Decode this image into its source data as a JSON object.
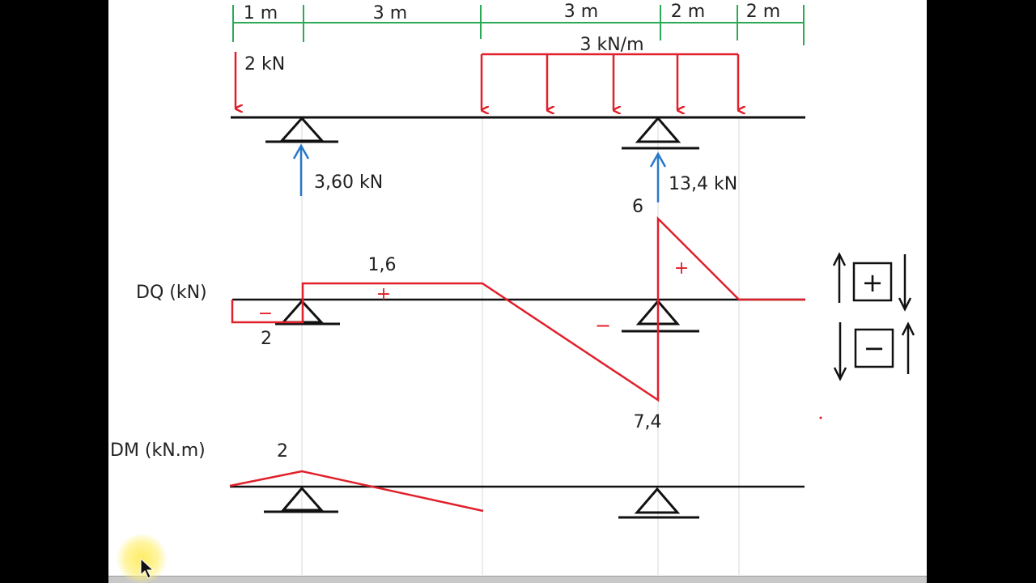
{
  "dimensions": {
    "spans": [
      "1 m",
      "3 m",
      "3 m",
      "2 m",
      "2 m"
    ],
    "color": "#2aaa55"
  },
  "loads": {
    "point_load": "2 kN",
    "distributed_load": "3 kN/m",
    "color": "#e0202a"
  },
  "reactions": {
    "left": "3,60 kN",
    "right": "13,4 kN",
    "color": "#2878c8"
  },
  "shear_diagram": {
    "label": "DQ (kN)",
    "values": {
      "left_negative": "2",
      "mid_positive": "1,6",
      "right_peak": "6",
      "min": "7,4"
    },
    "signs": {
      "plus": "+",
      "minus": "−"
    }
  },
  "moment_diagram": {
    "label": "DM (kN.m)",
    "values": {
      "peak": "2"
    }
  },
  "sign_convention": {
    "plus": "+",
    "minus": "−"
  }
}
